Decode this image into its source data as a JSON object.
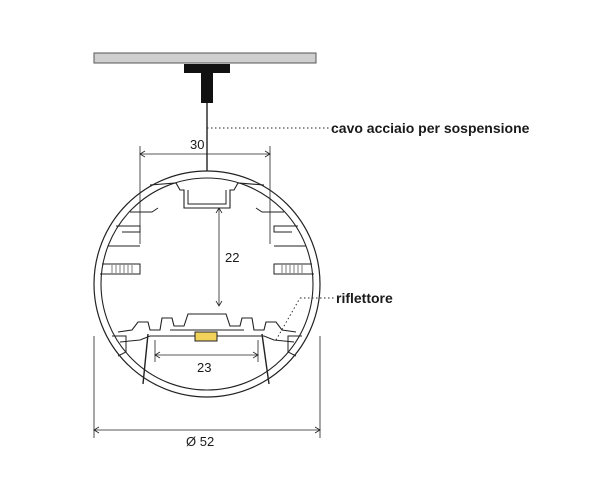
{
  "diagram": {
    "callouts": {
      "cable": "cavo acciaio per sospensione",
      "reflector": "riflettore"
    },
    "dimensions": {
      "top_width": "30",
      "height": "22",
      "inner_width": "23",
      "diameter": "Ø 52"
    },
    "colors": {
      "ceiling": "#cfcfcf",
      "profile_fill": "#ffffff",
      "stroke": "#222222",
      "led": "#f2d35a"
    }
  }
}
